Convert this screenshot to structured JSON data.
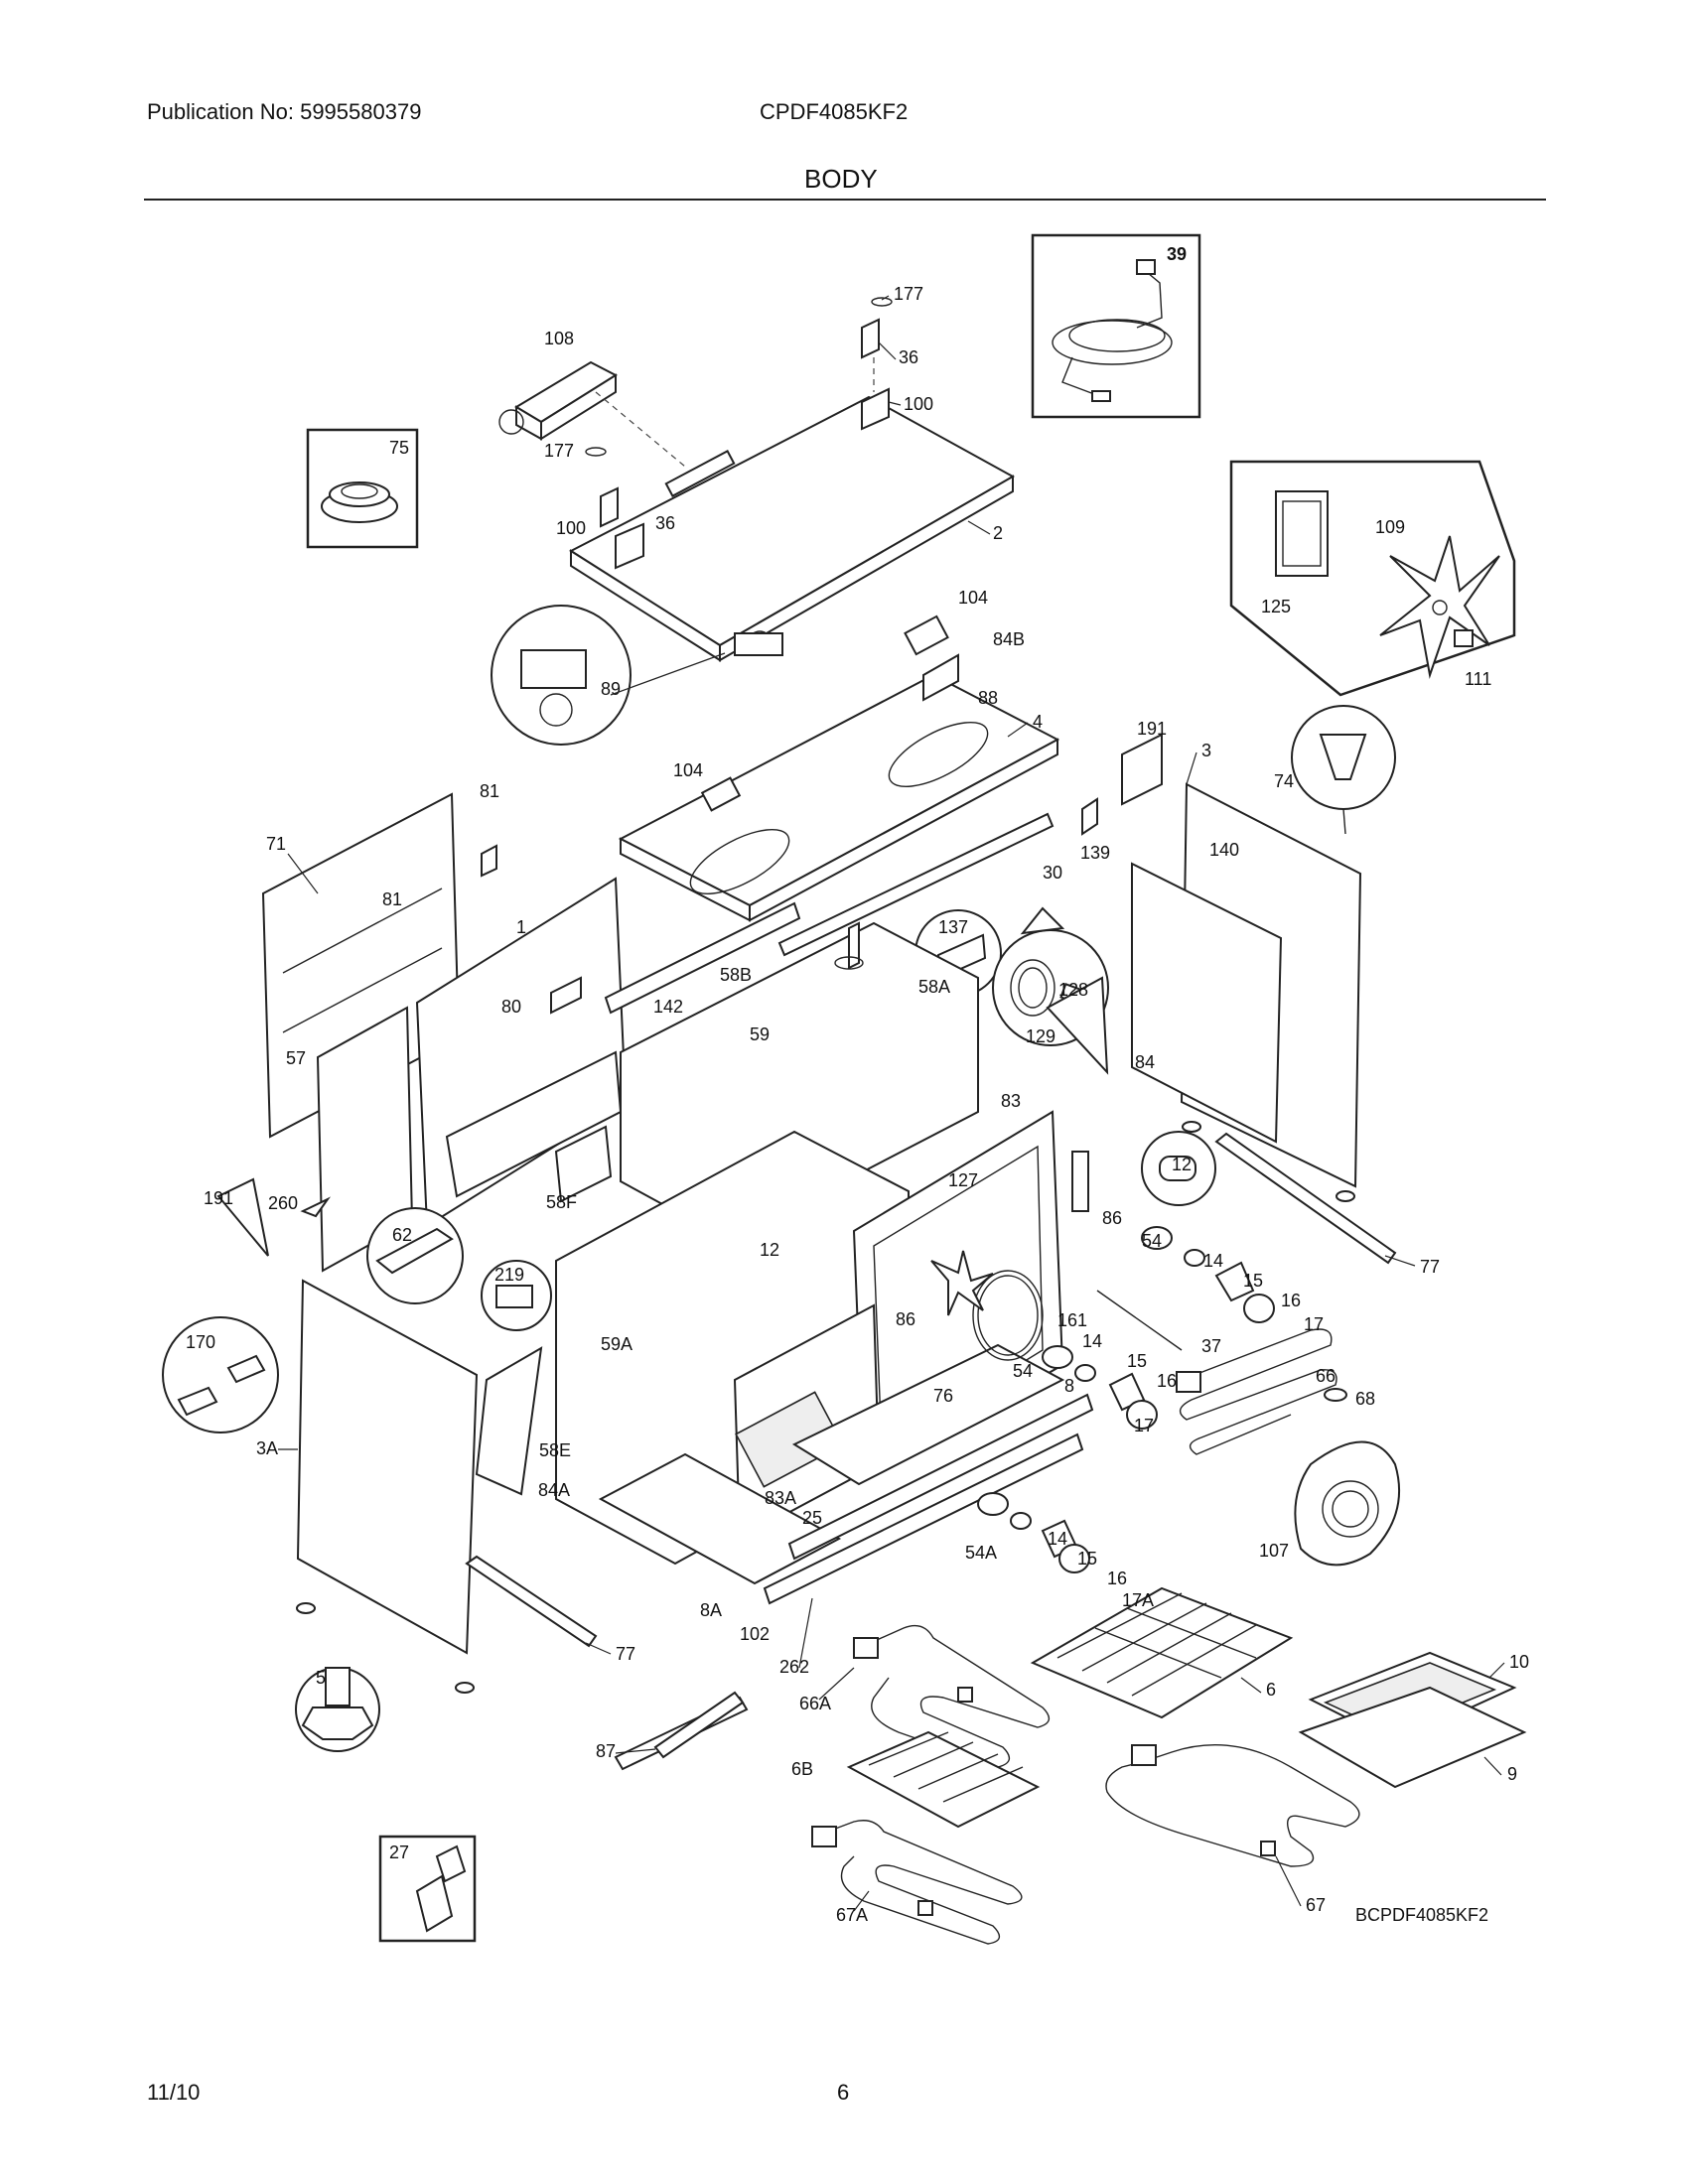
{
  "header": {
    "publication": "Publication No: 5995580379",
    "model": "CPDF4085KF2",
    "section": "BODY"
  },
  "diagram": {
    "code": "BCPDF4085KF2",
    "callouts": [
      "177",
      "36",
      "100",
      "108",
      "177",
      "100",
      "36",
      "2",
      "39",
      "75",
      "125",
      "109",
      "111",
      "104",
      "84B",
      "89",
      "88",
      "4",
      "104",
      "191",
      "3",
      "74",
      "71",
      "81",
      "81",
      "1",
      "80",
      "139",
      "30",
      "140",
      "137",
      "128",
      "129",
      "58B",
      "142",
      "59",
      "58A",
      "57",
      "84",
      "83",
      "127",
      "12",
      "86",
      "191",
      "260",
      "58F",
      "62",
      "54",
      "14",
      "15",
      "16",
      "17",
      "219",
      "12",
      "86",
      "161",
      "59A",
      "37",
      "170",
      "54",
      "14",
      "15",
      "16",
      "17",
      "66",
      "68",
      "76",
      "8",
      "3A",
      "58E",
      "84A",
      "83A",
      "25",
      "54A",
      "14",
      "15",
      "16",
      "17A",
      "107",
      "8A",
      "102",
      "77",
      "262",
      "6",
      "10",
      "9",
      "5",
      "66A",
      "87",
      "6B",
      "27",
      "67A",
      "67",
      "77"
    ]
  },
  "footer": {
    "date": "11/10",
    "page": "6"
  }
}
